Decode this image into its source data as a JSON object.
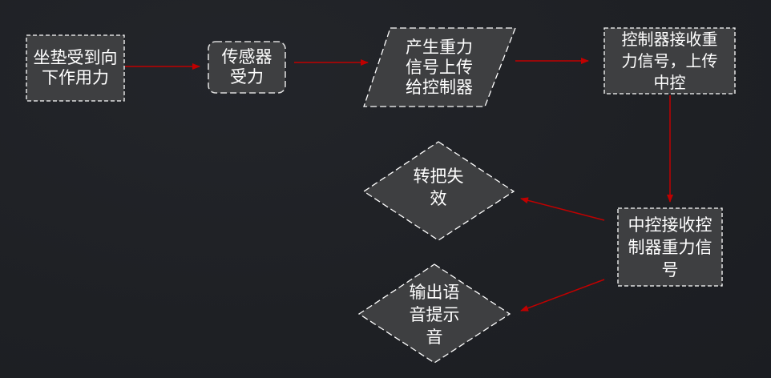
{
  "diagram": {
    "title": "",
    "colors": {
      "background": "#1f2125",
      "node_fill": "#3e3f41",
      "node_border": "#ffffff",
      "connector": "#c00000",
      "text": "#ffffff"
    },
    "nodes": [
      {
        "id": "n1",
        "shape": "rectangle",
        "label": "坐垫受到向\n下作用力"
      },
      {
        "id": "n2",
        "shape": "rounded-rectangle",
        "label": "传感器\n受力"
      },
      {
        "id": "n3",
        "shape": "parallelogram",
        "label": "产生重力\n信号上传\n给控制器"
      },
      {
        "id": "n4",
        "shape": "rectangle",
        "label": "控制器接收重\n力信号，上传\n中控"
      },
      {
        "id": "n5",
        "shape": "rectangle",
        "label": "中控接收控\n制器重力信\n号"
      },
      {
        "id": "d1",
        "shape": "diamond",
        "label": "转把失\n效"
      },
      {
        "id": "d2",
        "shape": "diamond",
        "label": "输出语\n音提示\n音"
      }
    ],
    "edges": [
      {
        "from": "n1",
        "to": "n2"
      },
      {
        "from": "n2",
        "to": "n3"
      },
      {
        "from": "n3",
        "to": "n4"
      },
      {
        "from": "n4",
        "to": "n5"
      },
      {
        "from": "n5",
        "to": "d1"
      },
      {
        "from": "n5",
        "to": "d2"
      }
    ]
  }
}
